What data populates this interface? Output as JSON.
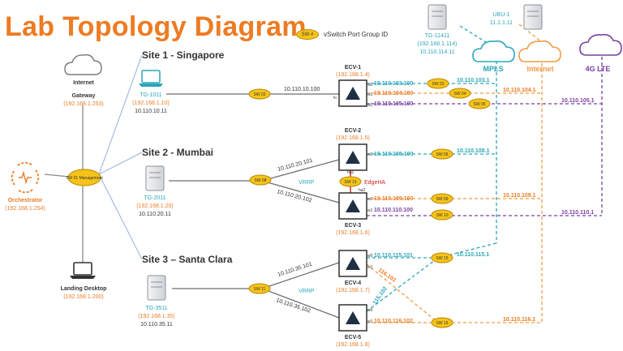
{
  "title": "Lab Topology Diagram",
  "legend": {
    "badge": "SW #",
    "text": "vSwitch Port Group ID"
  },
  "sites": [
    {
      "label": "Site 1 - Singapore"
    },
    {
      "label": "Site 2 - Mumbai"
    },
    {
      "label": "Site 3 – Santa Clara"
    }
  ],
  "left": {
    "internet_cloud": "Internet",
    "gateway_label": "Gateway",
    "gateway_ip": "(192.168.1.253)",
    "management_switch": "SW 01 Management",
    "orchestrator_label": "Orchestrator",
    "orchestrator_ip": "(192.168.1.254)",
    "landing_label": "Landing Desktop",
    "landing_ip": "(192.168.1.200)"
  },
  "hosts": [
    {
      "name": "TG-1011",
      "ip1": "(192.168.1.10)",
      "ip2": "10.110.10.11"
    },
    {
      "name": "TG-2011",
      "ip1": "(192.168.1.20)",
      "ip2": "10.110.20.11"
    },
    {
      "name": "TG-3511",
      "ip1": "(192.168.1.35)",
      "ip2": "10.110.35.11"
    }
  ],
  "ecvs": [
    {
      "name": "ECV-1",
      "ip": "(192.168.1.4)"
    },
    {
      "name": "ECV-2",
      "ip": "(192.168.1.5)"
    },
    {
      "name": "ECV-3",
      "ip": "(192.168.1.6)"
    },
    {
      "name": "ECV-4",
      "ip": "(192.168.1.7)"
    },
    {
      "name": "ECV-5",
      "ip": "(192.168.1.8)"
    }
  ],
  "switches": {
    "sw02": "SW 02",
    "sw03": "SW 03",
    "sw04": "SW 04",
    "sw05": "SW 05",
    "sw06": "SW 06",
    "sw08": "SW 08",
    "sw09": "SW 09",
    "sw10": "SW 10",
    "sw11": "SW 11",
    "sw13": "SW 13",
    "sw15": "SW 15",
    "sw16": "SW 16"
  },
  "edge_ha": "EdgeHA",
  "vrrp": "VRRP",
  "ports": {
    "lo": "lo",
    "w0": "w0",
    "w1": "w1",
    "w2": "w2",
    "ha1": "ha1",
    "ha2": "ha2"
  },
  "links": {
    "lan1": "10.110.10.100",
    "lan2a": "10.110.20.101",
    "lan2b": "10.110.20.102",
    "lan3a": "10.110.35.101",
    "lan3b": "10.110.35.102",
    "e1w0": "10.110.103.100",
    "e1w1": "10.110.104.100",
    "e1w2": "10.110.105.100",
    "e2w0": "10.110.108.100",
    "e3w0": "10.110.109.100",
    "e3w1": "10.110.110.100",
    "e4w0": "10.110.115.101",
    "e5w1": "10.110.116.102",
    "cross1": "116.101",
    "cross2": "115.102"
  },
  "gateways": {
    "g103": "10.110.103.1",
    "g104": "10.110.104.1",
    "g105": "10.110.105.1",
    "g108": "10.110.108.1",
    "g109": "10.110.109.1",
    "g110": "10.110.110.1",
    "g115": "10.110.115.1",
    "g116": "10.110.116.1"
  },
  "wan": {
    "mpls": "MPLS",
    "internet": "Internet",
    "lte": "4G LTE",
    "tg11411_name": "TG-11411",
    "tg11411_ip1": "(192.168.1.114)",
    "tg11411_ip2": "10.110.114.11",
    "ubu_name": "UBU-1",
    "ubu_ip": "11.1.1.11"
  },
  "colors": {
    "title": "#ee7b22",
    "mpls": "#2aa6b8",
    "internet": "#f29a46",
    "lte": "#7b3fa0",
    "lan": "#6e6e6e"
  }
}
